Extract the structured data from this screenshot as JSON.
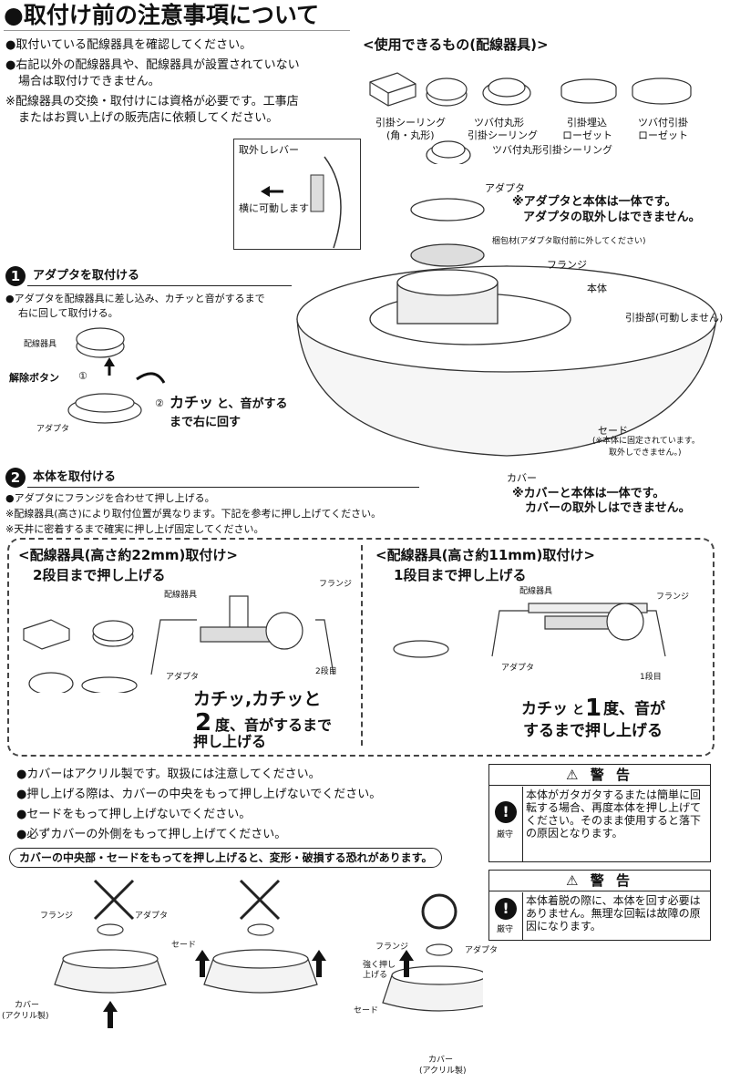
{
  "title": "●取付け前の注意事項について",
  "intro": {
    "l1": "●取付いている配線器具を確認してください。",
    "l2": "●右記以外の配線器具や、配線器具が設置されていない",
    "l3": "場合は取付けできません。",
    "l4": "※配線器具の交換・取付けには資格が必要です。工事店",
    "l5": "またはお買い上げの販売店に依頼してください。"
  },
  "usable": {
    "heading": "<使用できるもの(配線器具)>",
    "items": [
      {
        "l1": "引掛シーリング",
        "l2": "(角・丸形)"
      },
      {
        "l1": "ツバ付丸形",
        "l2": "引掛シーリング"
      },
      {
        "l1": "引掛埋込",
        "l2": "ローゼット"
      },
      {
        "l1": "ツバ付引掛",
        "l2": "ローゼット"
      }
    ],
    "extra": "ツバ付丸形引掛シーリング"
  },
  "inset": {
    "lever": "取外しレバー",
    "slide": "横に可動します"
  },
  "parts": {
    "adapter": "アダプタ",
    "adapter_note1": "※アダプタと本体は一体です。",
    "adapter_note2": "アダプタの取外しはできません。",
    "packing": "梱包材(アダプタ取付前に外してください)",
    "flange": "フランジ",
    "body": "本体",
    "hook": "引掛部(可動しません)",
    "shade": "セード",
    "shade_note1": "(※本体に固定されています。",
    "shade_note2": "取外しできません。)",
    "cover": "カバー",
    "cover_note1": "※カバーと本体は一体です。",
    "cover_note2": "カバーの取外しはできません。"
  },
  "step1": {
    "num": "1",
    "title": "アダプタを取付ける",
    "l1": "●アダプタを配線器具に差し込み、カチッと音がするまで",
    "l2": "右に回して取付ける。",
    "wiring": "配線器具",
    "release": "解除ボタン",
    "mark1": "①",
    "mark2": "②",
    "click_big": "カチッ",
    "click_rest": "と、音がする",
    "click_l2": "まで右に回す",
    "adapter": "アダプタ"
  },
  "step2": {
    "num": "2",
    "title": "本体を取付ける",
    "l1": "●アダプタにフランジを合わせて押し上げる。",
    "l2": "※配線器具(高さ)により取付位置が異なります。下記を参考に押し上げてください。",
    "l3": "※天井に密着するまで確実に押し上げ固定してください。"
  },
  "case22": {
    "heading": "<配線器具(高さ約22mm)取付け>",
    "sub": "2段目まで押し上げる",
    "wiring": "配線器具",
    "flange": "フランジ",
    "adapter": "アダプタ",
    "stage": "2段目",
    "big1": "カチッ,カチッと",
    "big2_num": "2",
    "big2_rest": "度、音がするまで",
    "big3": "押し上げる"
  },
  "case11": {
    "heading": "<配線器具(高さ約11mm)取付け>",
    "sub": "1段目まで押し上げる",
    "wiring": "配線器具",
    "flange": "フランジ",
    "adapter": "アダプタ",
    "stage": "1段目",
    "big1_a": "カチッ",
    "big1_b": "と",
    "big1_num": "1",
    "big1_c": "度、音が",
    "big2": "するまで押し上げる"
  },
  "notes": [
    "●カバーはアクリル製です。取扱には注意してください。",
    "●押し上げる際は、カバーの中央をもって押し上げないでください。",
    "●セードをもって押し上げないでください。",
    "●必ずカバーの外側をもって押し上げてください。"
  ],
  "caution_pill": "カバーの中央部・セードをもってを押し上げると、変形・破損する恐れがあります。",
  "warning1": {
    "header": "⚠ 警 告",
    "label": "厳守",
    "text": "本体がガタガタするまたは簡単に回転する場合、再度本体を押し上げてください。そのまま使用すると落下の原因となります。"
  },
  "warning2": {
    "header": "⚠ 警 告",
    "label": "厳守",
    "text": "本体着脱の際に、本体を回す必要はありません。無理な回転は故障の原因になります。"
  },
  "bottom": {
    "flange": "フランジ",
    "adapter": "アダプタ",
    "cover": "カバー",
    "acryl": "(アクリル製)",
    "shade": "セード",
    "push1": "強く押し",
    "push2": "上げる"
  }
}
